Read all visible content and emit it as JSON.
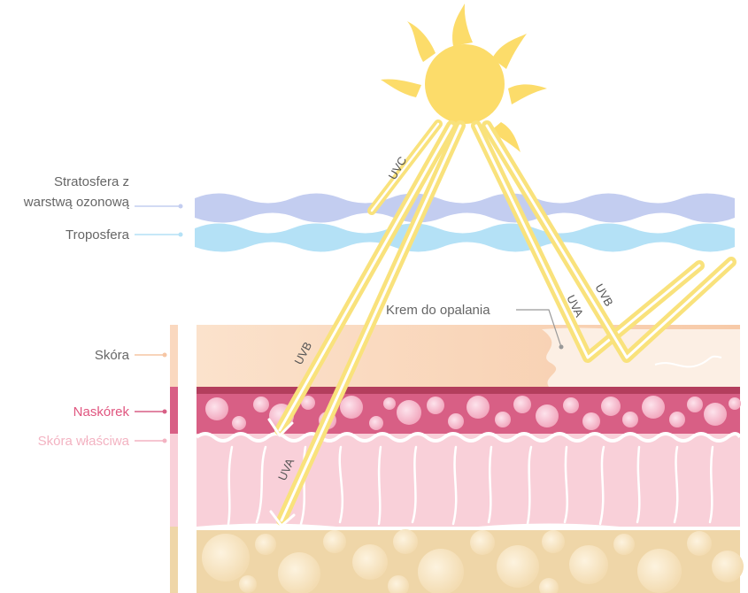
{
  "labels": {
    "stratosphere_line1": "Stratosfera z",
    "stratosphere_line2": "warstwą ozonową",
    "troposphere": "Troposfera",
    "skin": "Skóra",
    "epidermis": "Naskórek",
    "dermis": "Skóra właściwa",
    "sunscreen": "Krem do opalania"
  },
  "rays": {
    "uvc": "UVC",
    "uvb_left": "UVB",
    "uva_left": "UVA",
    "uva_right": "UVA",
    "uvb_right": "UVB"
  },
  "colors": {
    "sun": "#fcdc6a",
    "ray": "#f9e27c",
    "stratosphere": "#c3cdf0",
    "troposphere": "#b4e1f6",
    "skin_surface": "#fad8bf",
    "epidermis": "#d85f85",
    "dermis": "#f9d0d9",
    "fat": "#efd6a8",
    "label_gray": "#666666",
    "label_epidermis": "#e0557f",
    "label_dermis": "#f3b3c2"
  }
}
